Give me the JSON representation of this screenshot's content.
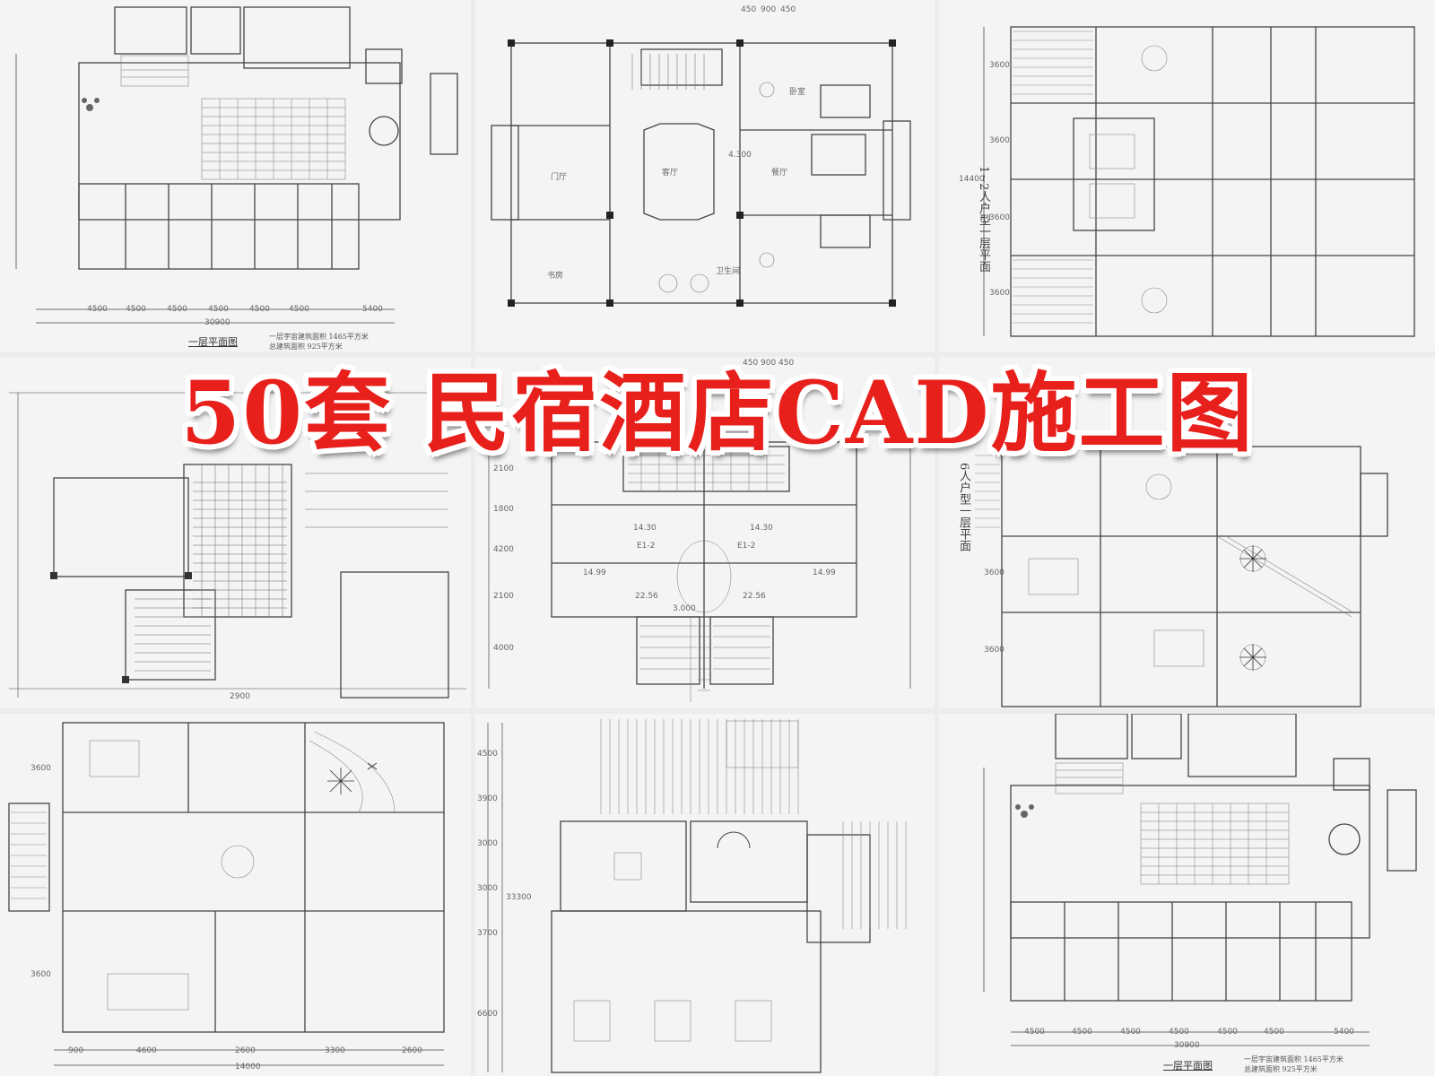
{
  "banner": {
    "title": "50套 民宿酒店CAD施工图"
  },
  "plans": [
    {
      "id": "plan-1",
      "dims": [
        "4500",
        "4500",
        "4500",
        "4500",
        "4500",
        "4500",
        "5400"
      ],
      "total": "30900",
      "caption": "一层平面图",
      "notes": [
        "一层宇宙建筑面积 1465平方米",
        "总建筑面积 925平方米"
      ]
    },
    {
      "id": "plan-2",
      "dims": [
        "450",
        "900",
        "450"
      ],
      "labels": [
        "门厅",
        "客厅",
        "餐厅",
        "卧室",
        "书房",
        "卫生间"
      ],
      "ring_label": "4.300"
    },
    {
      "id": "plan-3",
      "dims": [
        "3600",
        "3600",
        "3600",
        "3600"
      ],
      "total": "14400",
      "vlabel": "1~2人户型一层平面"
    },
    {
      "id": "plan-4",
      "dims": [
        "2900"
      ]
    },
    {
      "id": "plan-5",
      "dims": [
        "450",
        "900",
        "450"
      ],
      "side_dims": [
        "2100",
        "1800",
        "4200",
        "2100",
        "4000"
      ],
      "area_labels": [
        "14.30",
        "14.30",
        "14.99",
        "14.99",
        "22.56",
        "22.56",
        "3.000"
      ],
      "unit_labels": [
        "E1-2",
        "E1-2"
      ]
    },
    {
      "id": "plan-6",
      "side_dims": [
        "3600",
        "3600"
      ],
      "vlabel": "6人户型一层平面"
    },
    {
      "id": "plan-7",
      "dims": [
        "900",
        "4600",
        "2600",
        "3300",
        "2600"
      ],
      "total": "14000",
      "side_dims": [
        "3600",
        "3600"
      ]
    },
    {
      "id": "plan-8",
      "side_dims": [
        "4500",
        "3900",
        "3000",
        "3000",
        "3700",
        "6600"
      ],
      "total_side": "33300"
    },
    {
      "id": "plan-9",
      "dims": [
        "4500",
        "4500",
        "4500",
        "4500",
        "4500",
        "4500",
        "5400"
      ],
      "total": "30900",
      "caption": "一层平面图",
      "notes": [
        "一层宇宙建筑面积 1465平方米",
        "总建筑面积 925平方米"
      ]
    }
  ],
  "colors": {
    "banner_text": "#e8201c",
    "banner_outline": "#ffffff",
    "line": "#444444",
    "paper": "#f4f4f4"
  }
}
